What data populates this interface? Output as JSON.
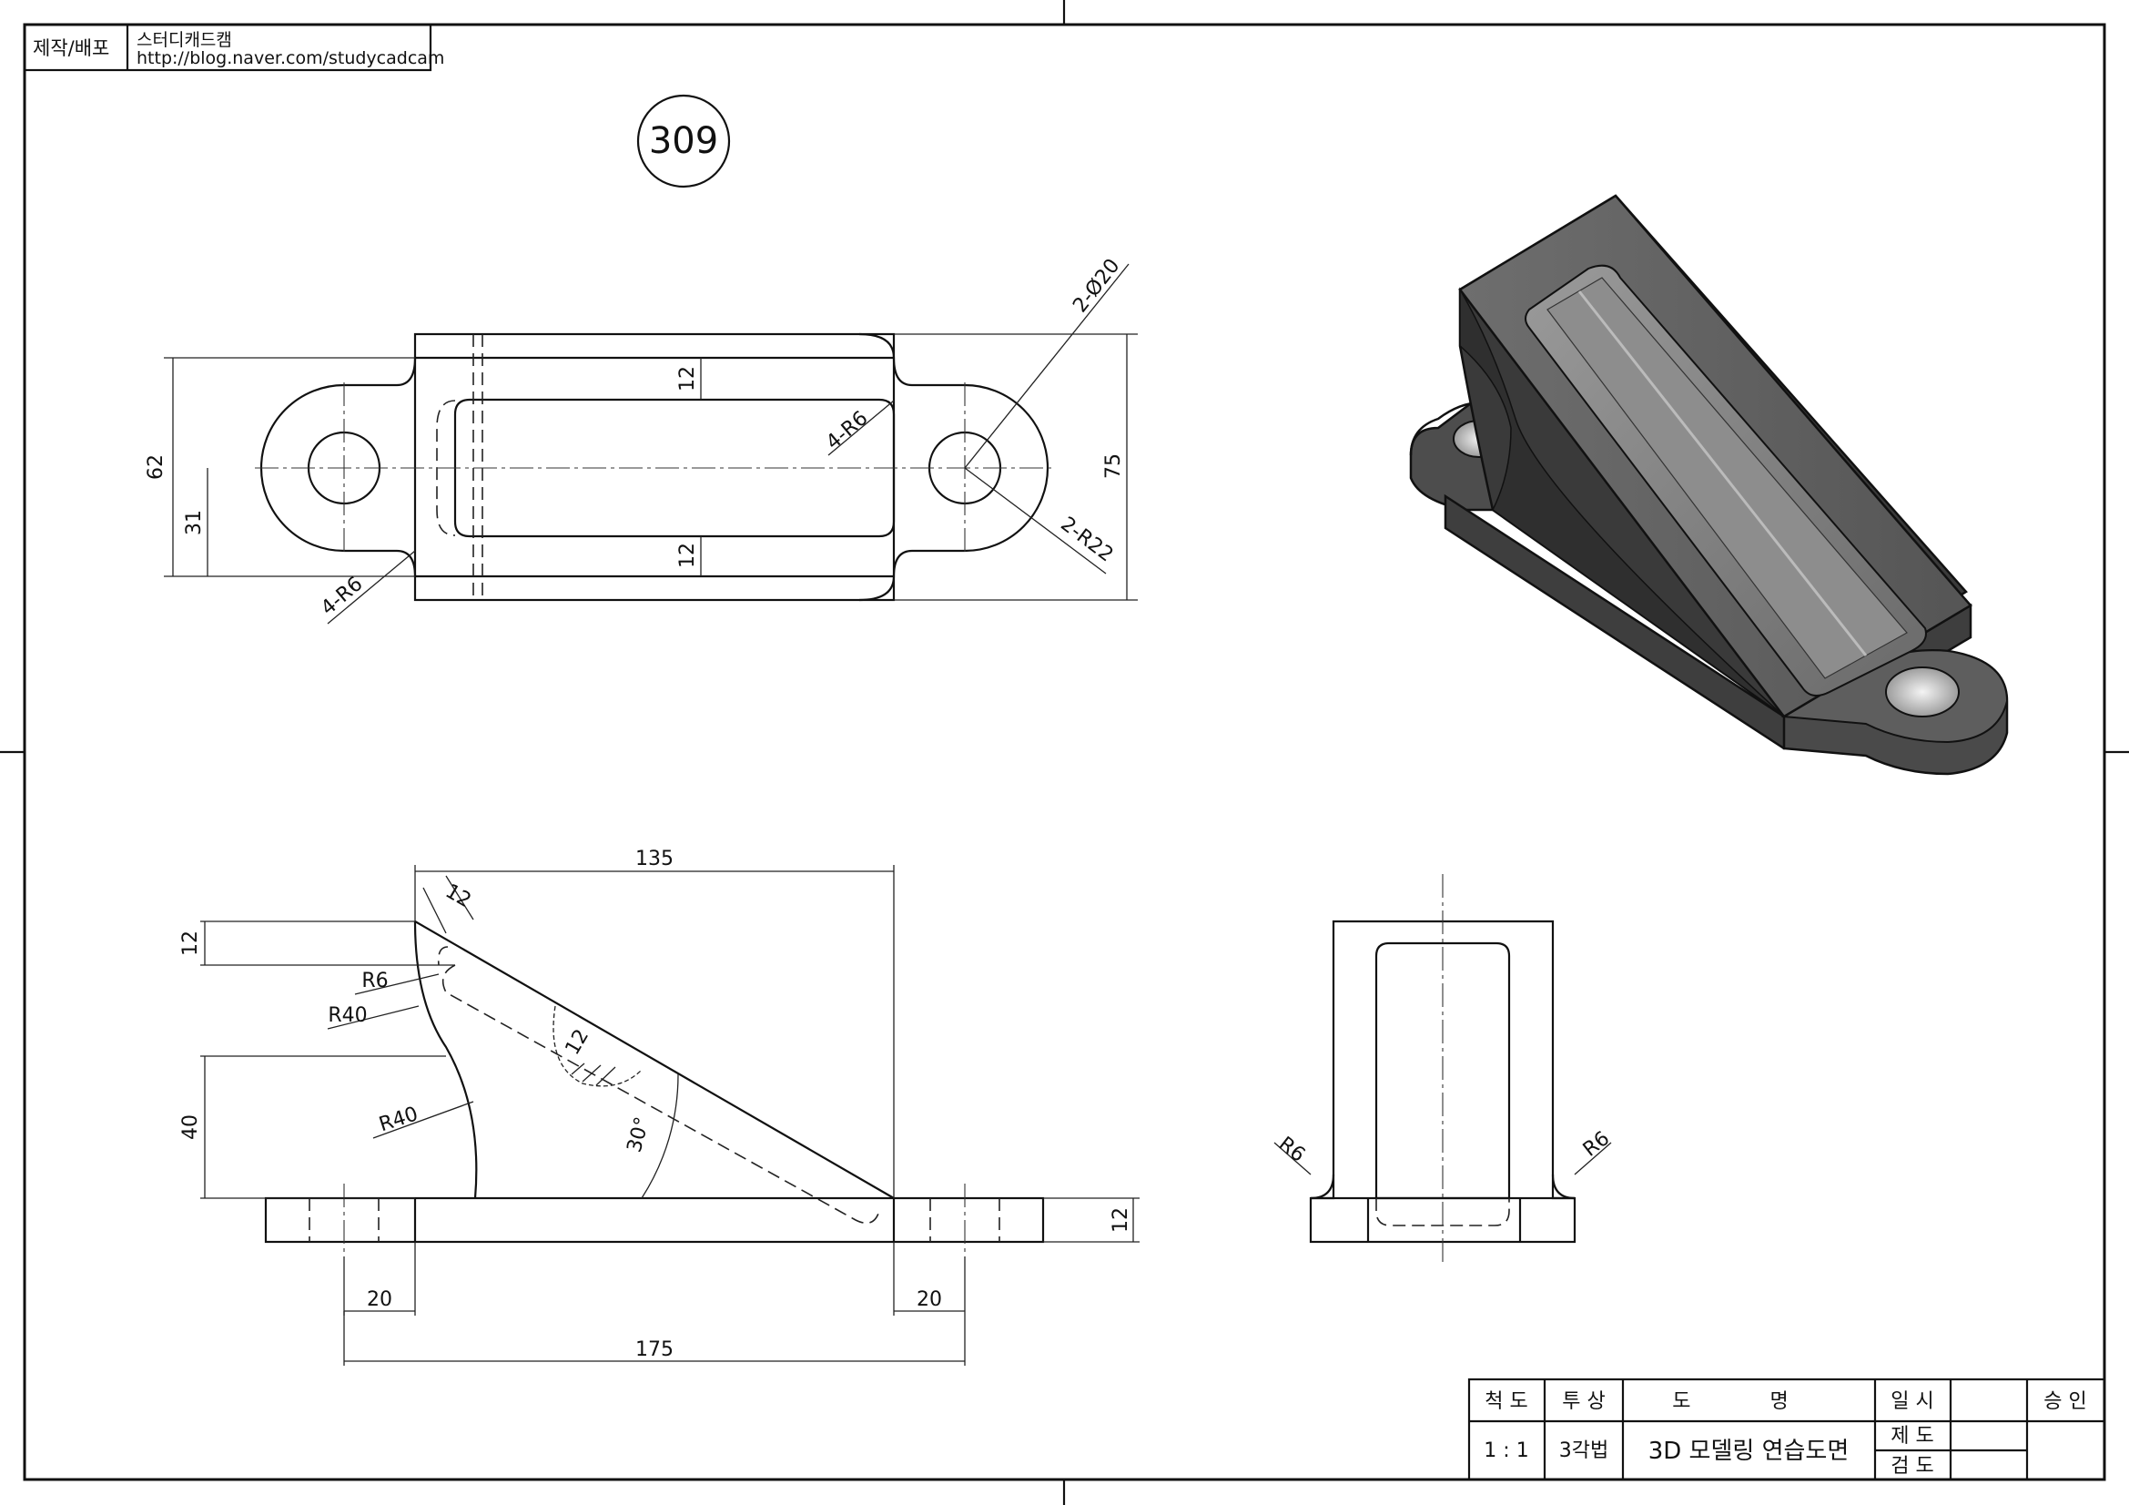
{
  "header": {
    "label": "제작/배포",
    "author": "스터디캐드캠",
    "url": "http://blog.naver.com/studycadcam"
  },
  "drawing_number": "309",
  "top_view": {
    "dim_62": "62",
    "dim_31": "31",
    "dim_12_top": "12",
    "dim_12_bottom": "12",
    "dim_4r6_inner": "4-R6",
    "dim_4r6_outer": "4-R6",
    "dim_2phi20": "2-Ø20",
    "dim_2r22": "2-R22",
    "dim_75": "75"
  },
  "front_view": {
    "dim_135": "135",
    "dim_12_slant": "12",
    "dim_12_left": "12",
    "dim_r6": "R6",
    "dim_r40_upper": "R40",
    "dim_40": "40",
    "dim_r40_lower": "R40",
    "dim_12_inner": "12",
    "dim_30deg": "30°",
    "dim_20_left": "20",
    "dim_20_right": "20",
    "dim_175": "175",
    "dim_12_base": "12"
  },
  "side_view": {
    "dim_r6_left": "R6",
    "dim_r6_right": "R6"
  },
  "title_block": {
    "scale_label": "척 도",
    "projection_label": "투 상",
    "name_label": "도 명",
    "date_label": "일 시",
    "approve_label": "승 인",
    "scale_value": "1 : 1",
    "projection_value": "3각법",
    "name_value": "3D 모델링 연습도면",
    "drawn_label": "제 도",
    "checked_label": "검 도"
  },
  "colors": {
    "line": "#111111",
    "iso_body": "#5a5a5a",
    "iso_dark": "#3a3a3a",
    "iso_light": "#8a8a8a"
  }
}
